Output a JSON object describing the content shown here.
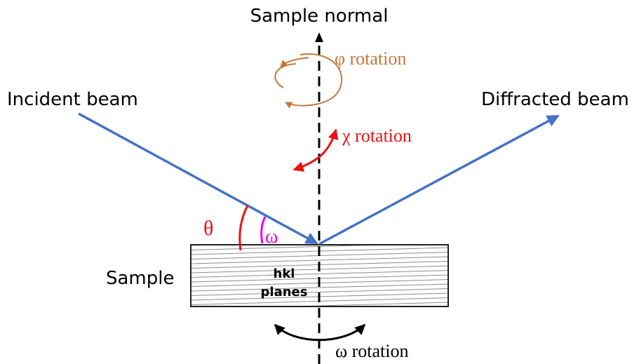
{
  "labels": {
    "sample_normal": "Sample normal",
    "incident_beam": "Incident beam",
    "diffracted_beam": "Diffracted beam",
    "phi_rotation": "φ rotation",
    "chi_rotation": "χ rotation",
    "omega_rotation": "ω rotation",
    "theta": "θ",
    "omega": "ω",
    "sample": "Sample",
    "hkl_line1": "hkl",
    "hkl_line2": "planes"
  },
  "colors": {
    "beam": "#4472c4",
    "phi": "#c5773b",
    "chi": "#ee1111",
    "theta": "#ee1111",
    "omega_angle": "#ee00ee",
    "omega_rotation": "#000000",
    "normal": "#000000",
    "sample_lines": "#8c8c8c"
  }
}
